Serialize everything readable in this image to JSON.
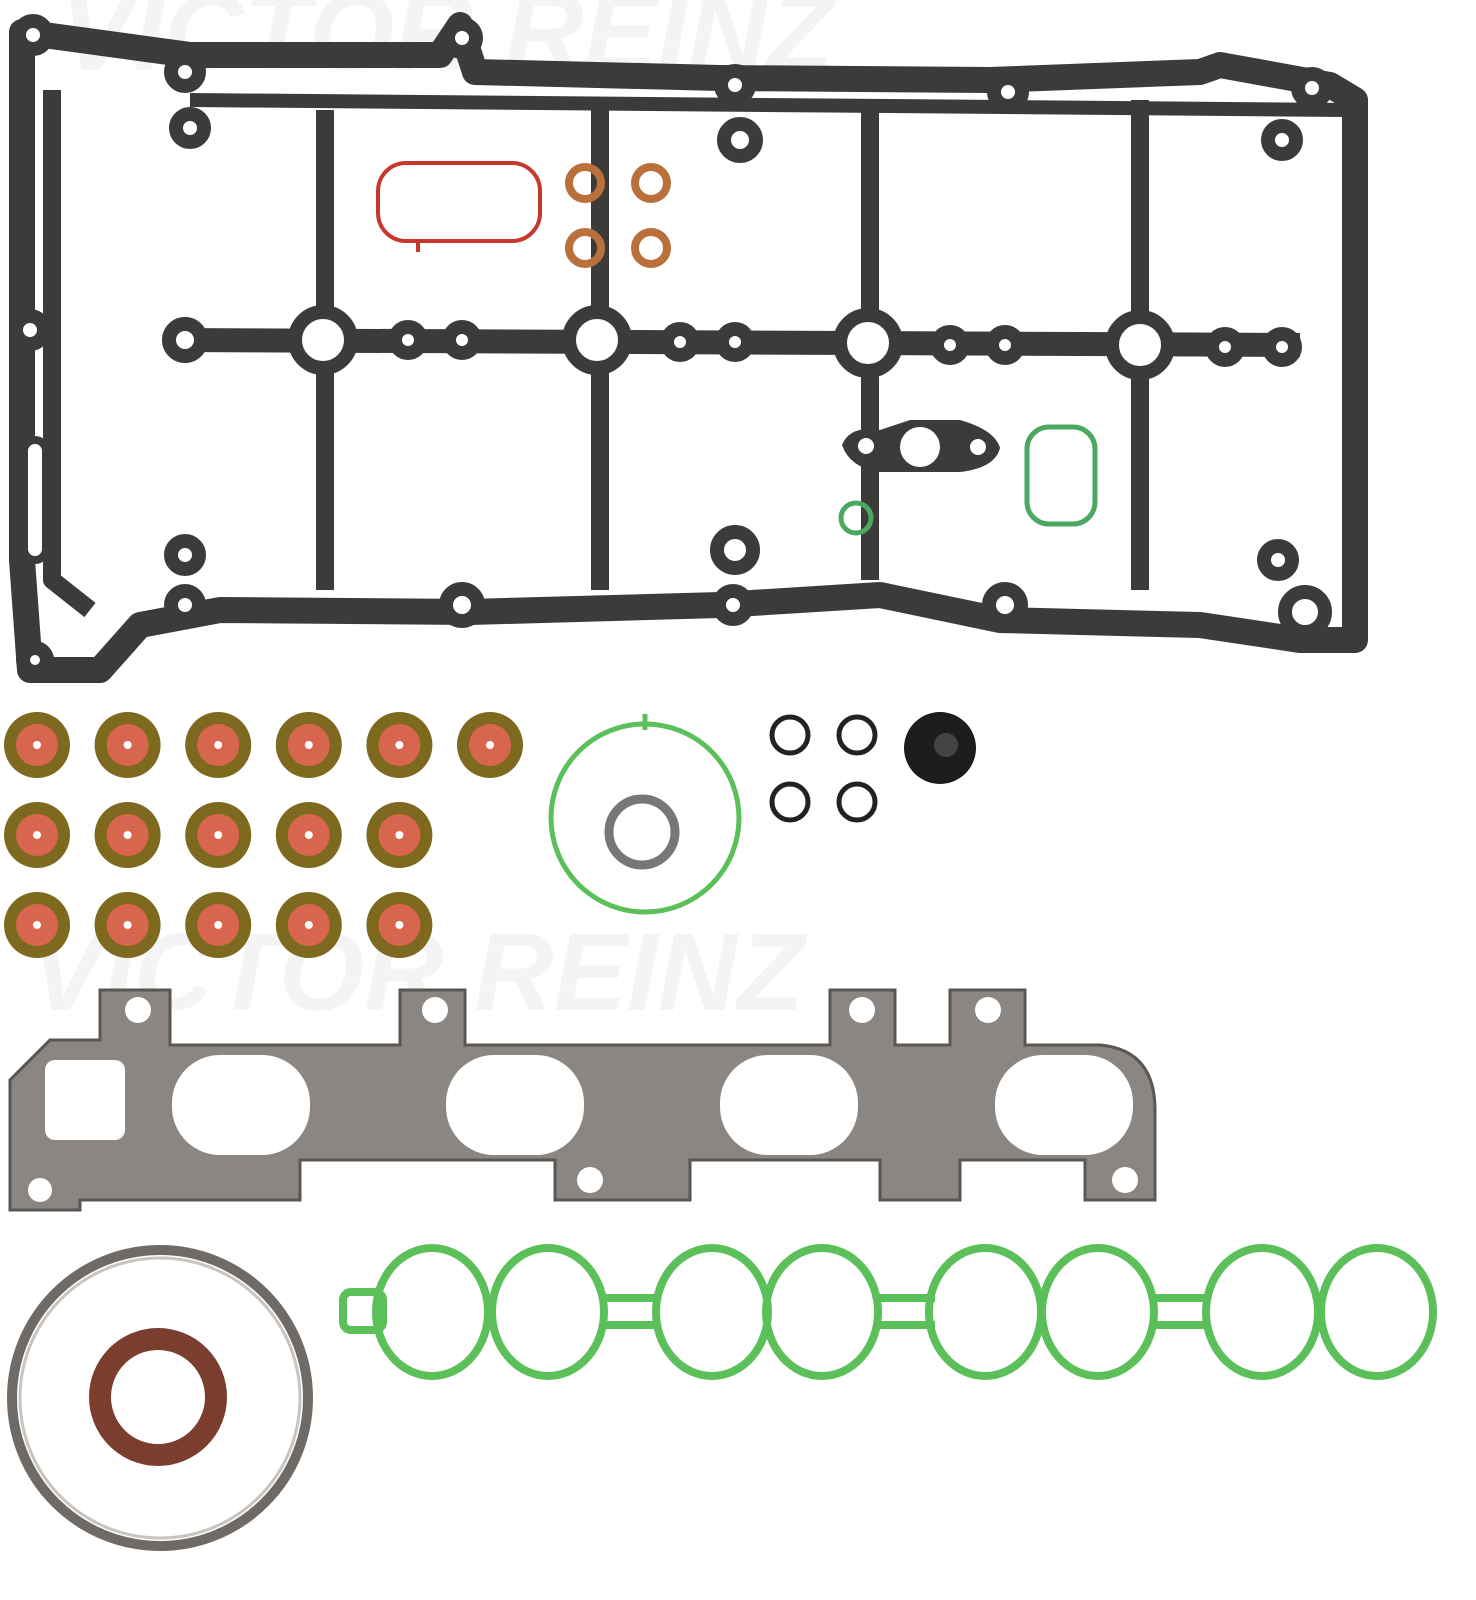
{
  "product": {
    "watermark": "VICTOR REINZ",
    "colors": {
      "gasket_dark": "#3d3b3a",
      "exhaust_gray": "#8b8681",
      "seal_olive": "#7d6a1e",
      "seal_salmon": "#d8664e",
      "green": "#5cc05a",
      "red": "#c8362c",
      "orange": "#b9703a",
      "brown": "#7a3d2e"
    },
    "valve_stem_seal_rows": [
      6,
      5,
      5
    ]
  }
}
